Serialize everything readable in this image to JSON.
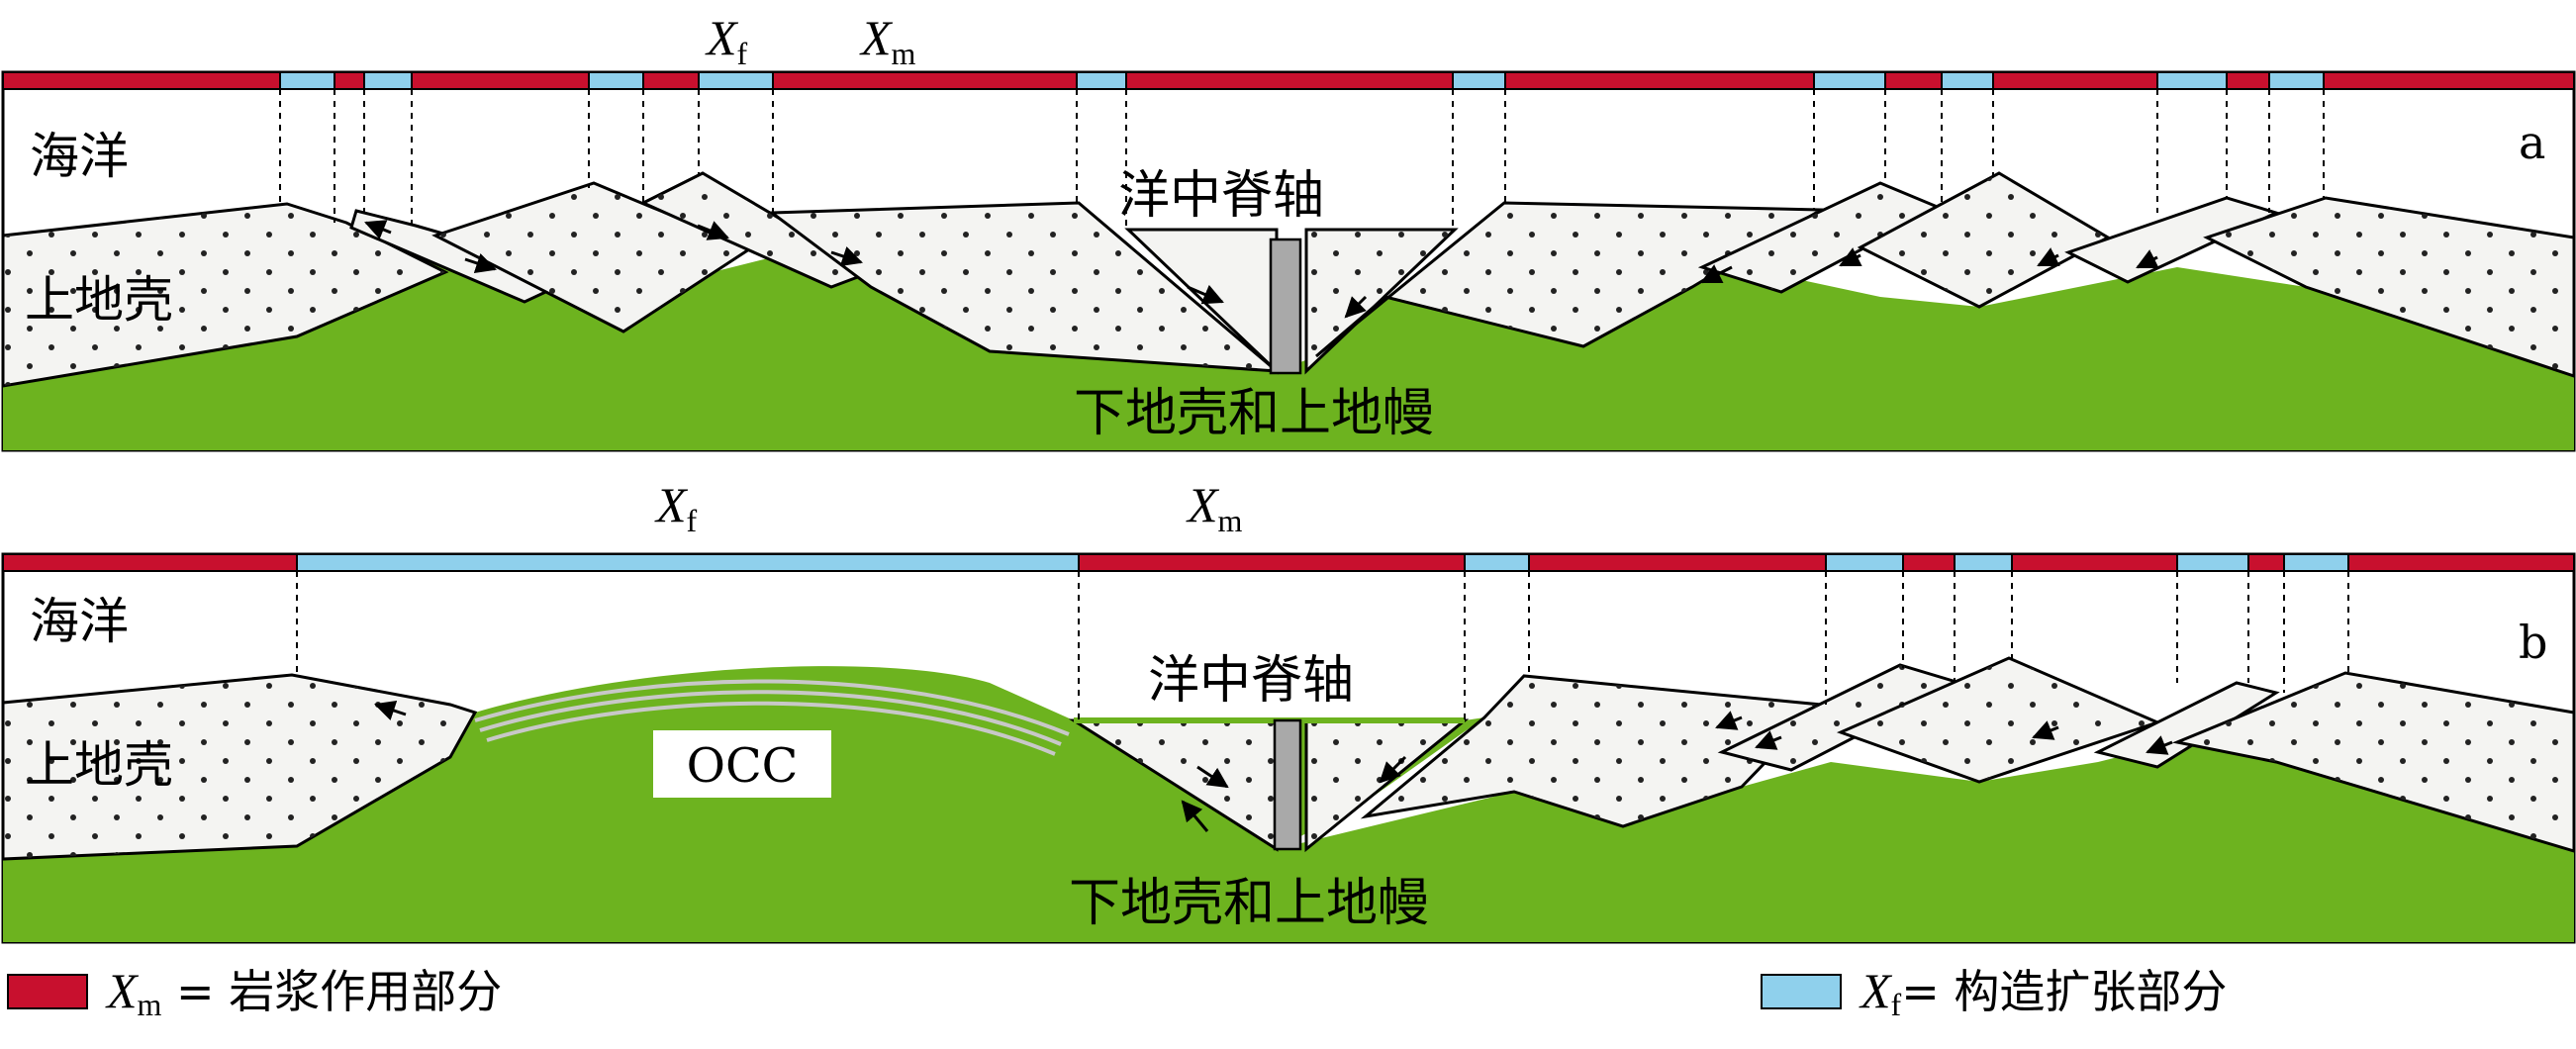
{
  "colors": {
    "magmatic": "#c8102e",
    "tectonic": "#8fd0ec",
    "mantle": "#6db31f",
    "crust": "#f4f4f2",
    "axis_dike": "#a9a9a9"
  },
  "panel_a": {
    "letter": "a",
    "ocean_label": "海洋",
    "upper_crust_label": "上地壳",
    "ridge_axis_label": "洋中脊轴",
    "lower_crust_label": "下地壳和上地幔",
    "xf_letter": "X",
    "xf_sub": "f",
    "xm_letter": "X",
    "xm_sub": "m"
  },
  "panel_b": {
    "letter": "b",
    "ocean_label": "海洋",
    "upper_crust_label": "上地壳",
    "ridge_axis_label": "洋中脊轴",
    "lower_crust_label": "下地壳和上地幔",
    "occ_label": "OCC",
    "xf_letter": "X",
    "xf_sub": "f",
    "xm_letter": "X",
    "xm_sub": "m"
  },
  "legend": {
    "magmatic": {
      "letter": "X",
      "sub": "m",
      "text": " = 岩浆作用部分"
    },
    "tectonic": {
      "letter": "X",
      "sub": "f",
      "text": "= 构造扩张部分"
    }
  }
}
